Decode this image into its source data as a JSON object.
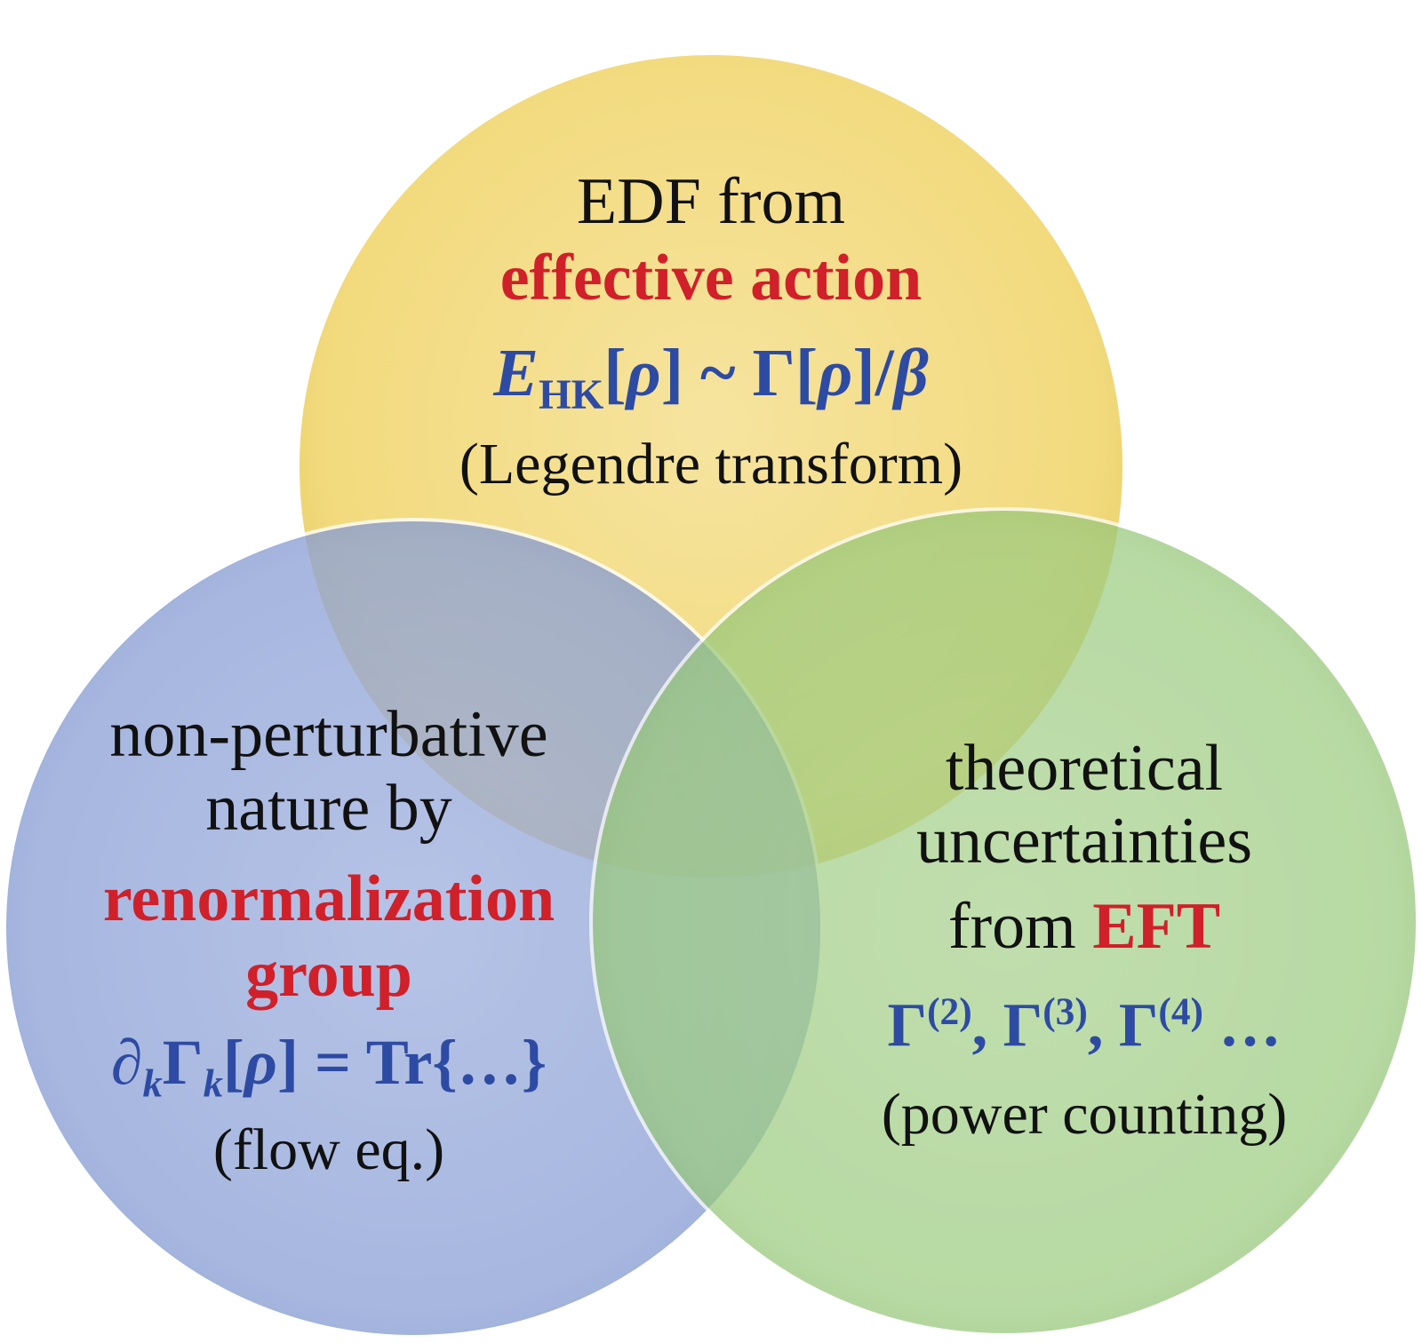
{
  "circles": {
    "top": {
      "fill": "#f3dc7e",
      "line1": "EDF from",
      "line2": "effective action",
      "formula": {
        "E": "E",
        "sub": "HK",
        "b1": "[",
        "rho1": "ρ",
        "mid": "] ~ Γ[",
        "rho2": "ρ",
        "end": "]/",
        "beta": "β"
      },
      "note": "(Legendre transform)"
    },
    "left": {
      "fill": "#8ea3d6",
      "line1": "non-perturbative",
      "line2": "nature by",
      "line3": "renormalization",
      "line4": "group",
      "formula": {
        "partial": "∂",
        "k1": "k",
        "gamma": "Γ",
        "k2": "k",
        "b1": "[",
        "rho": "ρ",
        "rest": "] = Tr{…}"
      },
      "note": "(flow eq.)"
    },
    "right": {
      "fill": "#98c97c",
      "line1": "theoretical",
      "line2": "uncertainties",
      "line3_prefix": "from ",
      "line3_highlight": "EFT",
      "formula": {
        "g1": "Γ",
        "s1": "(2)",
        "sep1": ", Γ",
        "s2": "(3)",
        "sep2": ", Γ",
        "s3": "(4)",
        "tail": " …"
      },
      "note": "(power counting)"
    }
  },
  "colors": {
    "highlight_red": "#d0202a",
    "formula_blue": "#2e4ba3",
    "text_black": "#111111"
  }
}
